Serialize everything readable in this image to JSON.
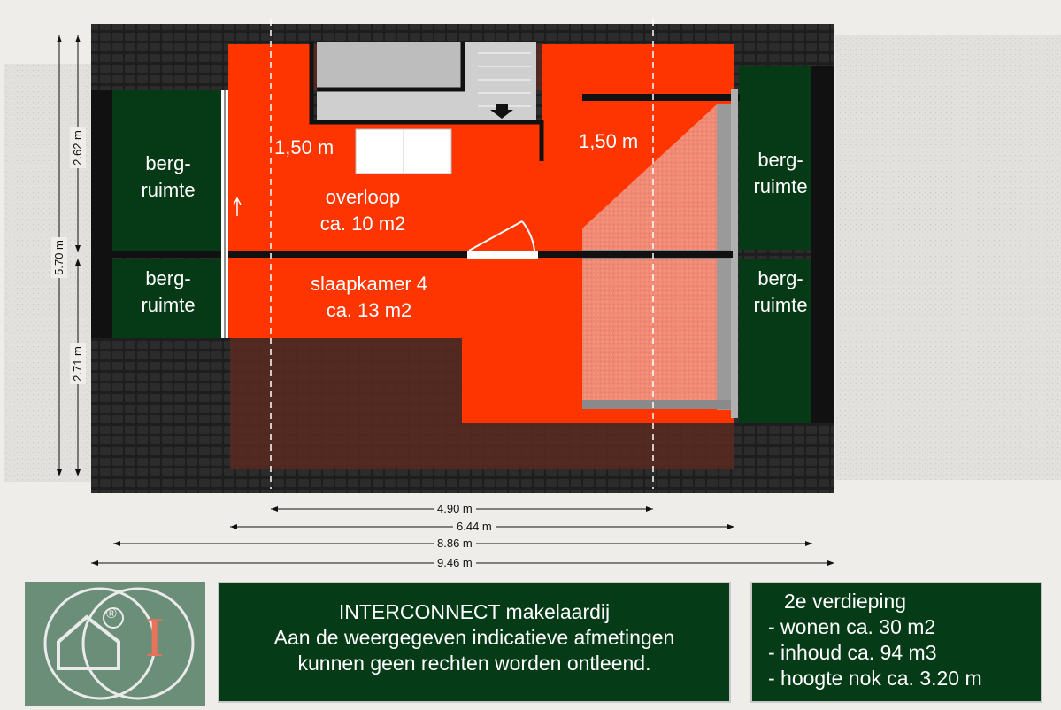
{
  "rooms": {
    "overloop_name": "overloop",
    "overloop_area": "ca. 10 m2",
    "slaapkamer_name": "slaapkamer 4",
    "slaapkamer_area": "ca. 13 m2",
    "berg_line1": "berg-",
    "berg_line2": "ruimte"
  },
  "height_marks": {
    "left": "1,50 m",
    "right": "1,50 m"
  },
  "dimensions": {
    "horizontal": [
      "4.90 m",
      "6.44 m",
      "8.86 m",
      "9.46 m"
    ],
    "vertical_total": "5.70 m",
    "vertical_top": "2.62 m",
    "vertical_bottom": "2.71 m"
  },
  "info": {
    "company": "INTERCONNECT makelaardij",
    "disclaimer_line1": "Aan de weergegeven indicatieve afmetingen",
    "disclaimer_line2": "kunnen geen rechten worden ontleend."
  },
  "specs": {
    "floor": "2e verdieping",
    "living": "- wonen ca. 30 m2",
    "volume": "- inhoud ca. 94 m3",
    "ridge": "- hoogte nok ca. 3.20 m"
  },
  "logo": {
    "registered_mark": "®",
    "letter": "I"
  },
  "colors": {
    "room_fill": "#ff3500",
    "storage_fill": "#063a17",
    "roof_tiles": "#1a1a1a",
    "panel_bg": "#053b16",
    "logo_bg": "#6b8e78",
    "logo_letter": "#e8735a"
  }
}
